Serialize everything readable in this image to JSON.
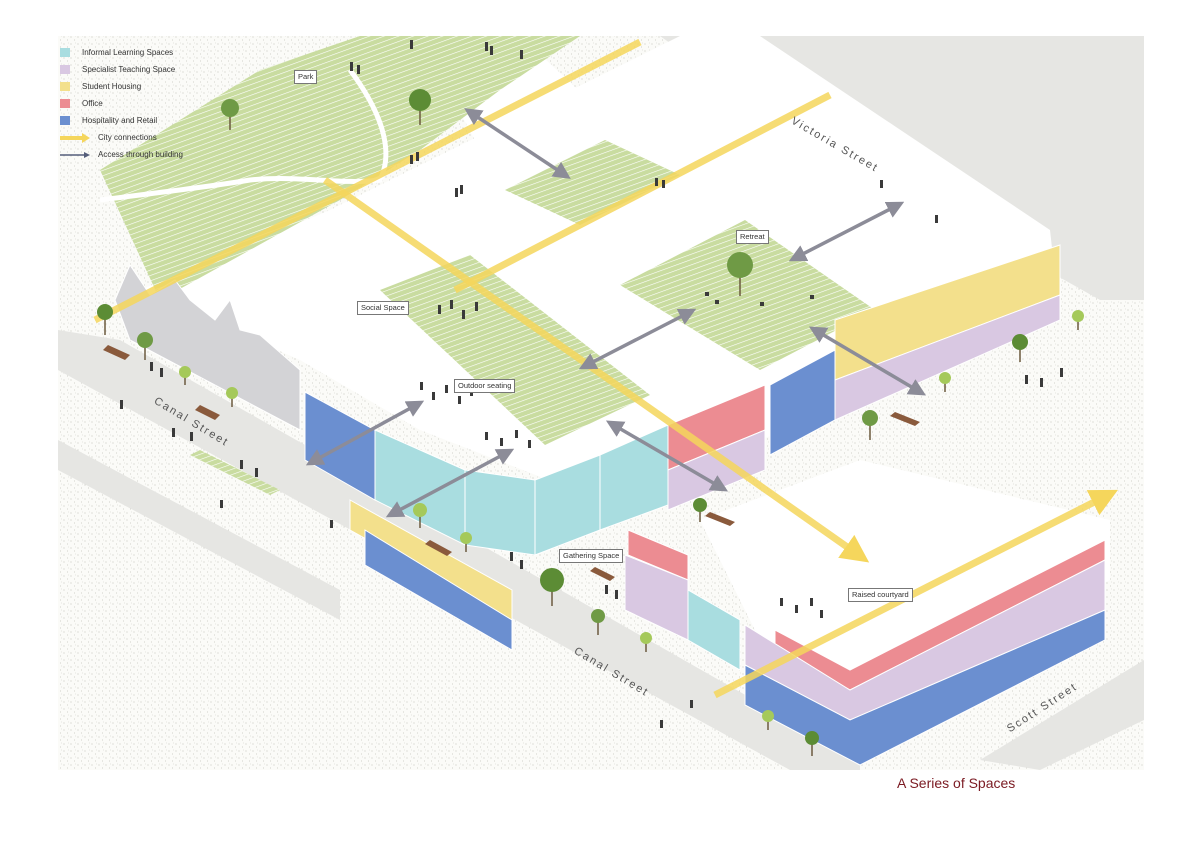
{
  "legend": {
    "items": [
      {
        "label": "Informal Learning Spaces",
        "color": "#a9dde0"
      },
      {
        "label": "Specialist Teaching Space",
        "color": "#d9c8e2"
      },
      {
        "label": "Student Housing",
        "color": "#f3e08c"
      },
      {
        "label": "Office",
        "color": "#ec8c92"
      },
      {
        "label": "Hospitality and Retail",
        "color": "#6b8fd0"
      }
    ],
    "city_connections": "City connections",
    "access_through_building": "Access through building"
  },
  "colors": {
    "green_space": "#c9dca0",
    "road": "#e6e6e3",
    "city_connection": "#f5d65c",
    "access_arrow": "#8c8c98"
  },
  "callouts": {
    "park": "Park",
    "social_space": "Social Space",
    "retreat": "Retreat",
    "outdoor_seating": "Outdoor seating",
    "gathering_space": "Gathering Space",
    "raised_courtyard": "Raised courtyard"
  },
  "streets": {
    "victoria": "Victoria Street",
    "canal_upper": "Canal Street",
    "canal_lower": "Canal Street",
    "scott": "Scott Street"
  },
  "caption": "A Series of Spaces"
}
